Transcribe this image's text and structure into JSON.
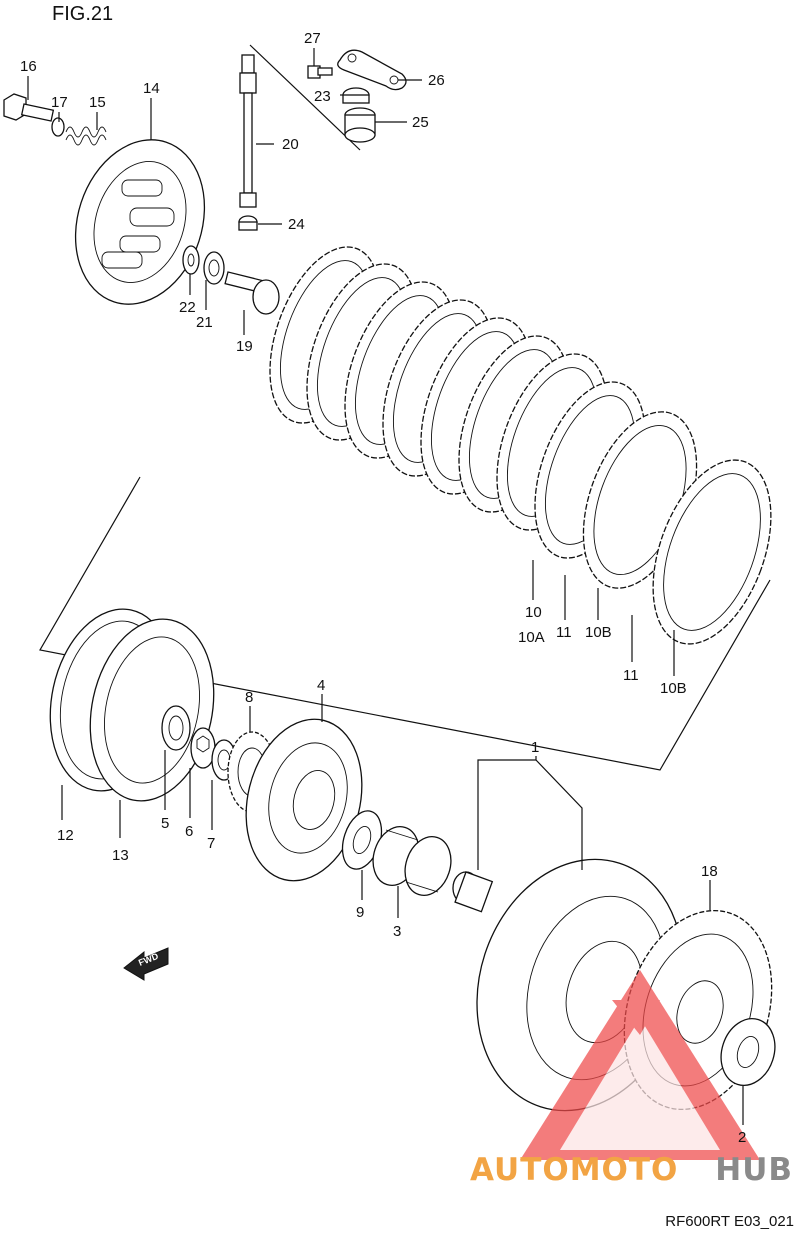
{
  "figure": {
    "title": "FIG.21",
    "code": "RF600RT E03_021"
  },
  "watermark": {
    "brand_left": "AUTOMOTO",
    "brand_right": "HUB",
    "color_left": "#f2a444",
    "color_right": "#8a8a8a",
    "logo_color": "#ef4a4a"
  },
  "direction_marker": {
    "label": "FWD"
  },
  "callouts": [
    {
      "id": "c16",
      "text": "16"
    },
    {
      "id": "c17",
      "text": "17"
    },
    {
      "id": "c15",
      "text": "15"
    },
    {
      "id": "c14",
      "text": "14"
    },
    {
      "id": "c22",
      "text": "22"
    },
    {
      "id": "c21",
      "text": "21"
    },
    {
      "id": "c19",
      "text": "19"
    },
    {
      "id": "c20",
      "text": "20"
    },
    {
      "id": "c24",
      "text": "24"
    },
    {
      "id": "c27",
      "text": "27"
    },
    {
      "id": "c26",
      "text": "26"
    },
    {
      "id": "c23",
      "text": "23"
    },
    {
      "id": "c25",
      "text": "25"
    },
    {
      "id": "c10",
      "text": "10"
    },
    {
      "id": "c10a",
      "text": "10A"
    },
    {
      "id": "c11a",
      "text": "11"
    },
    {
      "id": "c10b1",
      "text": "10B"
    },
    {
      "id": "c11b",
      "text": "11"
    },
    {
      "id": "c10b2",
      "text": "10B"
    },
    {
      "id": "c8",
      "text": "8"
    },
    {
      "id": "c4",
      "text": "4"
    },
    {
      "id": "c1",
      "text": "1"
    },
    {
      "id": "c18",
      "text": "18"
    },
    {
      "id": "c12",
      "text": "12"
    },
    {
      "id": "c13",
      "text": "13"
    },
    {
      "id": "c5",
      "text": "5"
    },
    {
      "id": "c6",
      "text": "6"
    },
    {
      "id": "c7",
      "text": "7"
    },
    {
      "id": "c9",
      "text": "9"
    },
    {
      "id": "c3",
      "text": "3"
    },
    {
      "id": "c2",
      "text": "2"
    }
  ]
}
